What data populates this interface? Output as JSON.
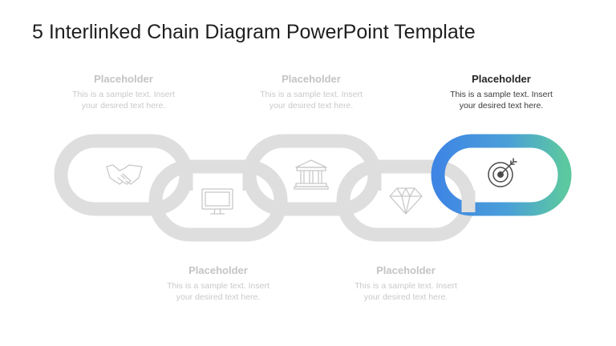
{
  "title": "5 Interlinked Chain Diagram PowerPoint Template",
  "links": [
    {
      "heading": "Placeholder",
      "line1": "This is a sample text. Insert",
      "line2": "your desired text here.",
      "icon": "handshake-icon",
      "highlighted": false
    },
    {
      "heading": "Placeholder",
      "line1": "This is a sample text. Insert",
      "line2": "your desired text here.",
      "icon": "monitor-icon",
      "highlighted": false
    },
    {
      "heading": "Placeholder",
      "line1": "This is a sample text. Insert",
      "line2": "your desired text here.",
      "icon": "bank-icon",
      "highlighted": false
    },
    {
      "heading": "Placeholder",
      "line1": "This is a sample text. Insert",
      "line2": "your desired text here.",
      "icon": "diamond-icon",
      "highlighted": false
    },
    {
      "heading": "Placeholder",
      "line1": "This is a sample text. Insert",
      "line2": "your desired text here.",
      "icon": "target-icon",
      "highlighted": true
    }
  ],
  "colors": {
    "inactive_link": "#dedede",
    "icon": "#c8c8c8",
    "highlight_start": "#3f86e4",
    "highlight_end": "#5cc8a0",
    "active_icon": "#4a4a4a"
  }
}
